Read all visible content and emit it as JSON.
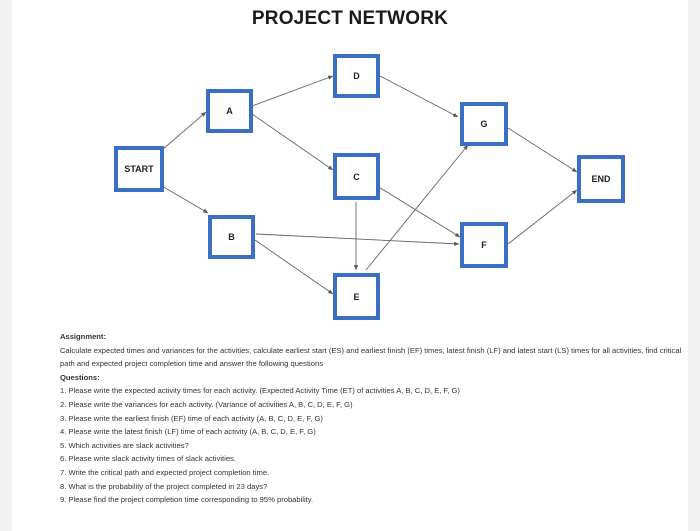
{
  "title": "PROJECT NETWORK",
  "colors": {
    "node_border": "#3a6fc4",
    "arrow": "#555555"
  },
  "nodes": {
    "start": "START",
    "a": "A",
    "b": "B",
    "c": "C",
    "d": "D",
    "e": "E",
    "f": "F",
    "g": "G",
    "end": "END"
  },
  "edges": [
    [
      "START",
      "A"
    ],
    [
      "START",
      "B"
    ],
    [
      "A",
      "D"
    ],
    [
      "A",
      "C"
    ],
    [
      "B",
      "E"
    ],
    [
      "B",
      "F"
    ],
    [
      "C",
      "E"
    ],
    [
      "C",
      "F"
    ],
    [
      "D",
      "G"
    ],
    [
      "E",
      "G"
    ],
    [
      "G",
      "END"
    ],
    [
      "F",
      "END"
    ]
  ],
  "assignment": {
    "heading": "Assignment:",
    "text": "Calculate expected times and variances for the activities, calculate earliest start (ES) and earliest finish (EF) times, latest finish (LF) and latest start (LS) times for all activities, find critical path and expected project completion time and answer the following questions",
    "questions_heading": "Questions:",
    "questions": [
      "1. Please write the expected activity times for each activity. (Expected Activity Time (ET) of activities A, B, C, D, E, F, G)",
      "2. Please write the variances for each activity. (Variance of activities A, B, C, D, E, F, G)",
      "3. Please write the earliest finish (EF) time of each activity (A, B, C, D, E, F, G)",
      "4. Please write the latest finish (LF) time of each activity (A, B, C, D, E, F, G)",
      "5. Which activities are slack activities?",
      "6. Please write slack activity times of slack activities.",
      "7. Write the critical path and expected project completion time.",
      "8. What is the probability of the project completed in 23 days?",
      "9. Please find the project completion time corresponding to 95% probability."
    ]
  }
}
